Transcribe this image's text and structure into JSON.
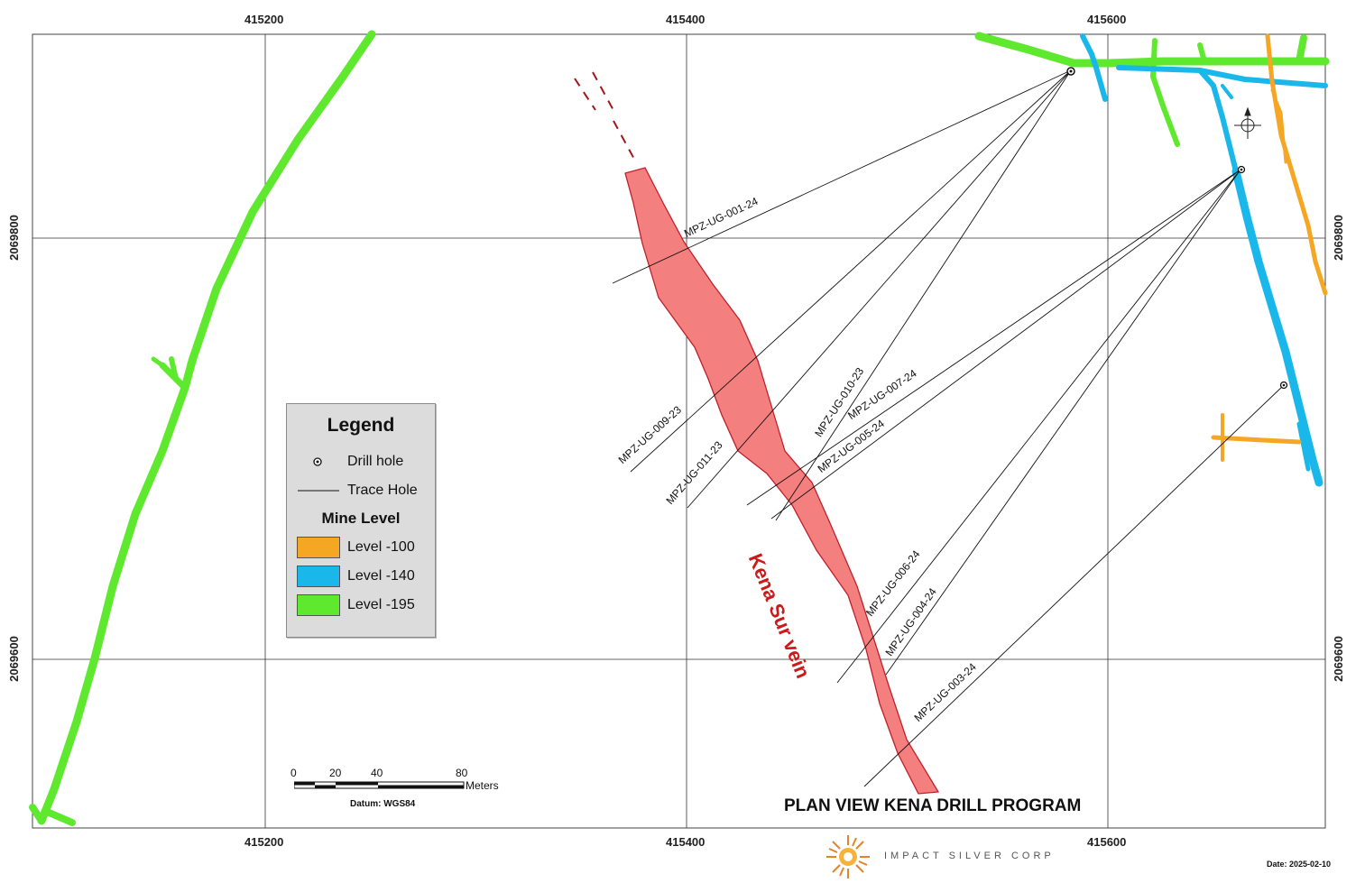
{
  "map": {
    "grid": {
      "easting_labels": [
        "415200",
        "415400",
        "415600"
      ],
      "northing_labels": [
        "2069800",
        "2069600"
      ]
    },
    "title": "PLAN VIEW KENA DRILL PROGRAM",
    "vein_label": "Kena Sur vein",
    "company": "IMPACT SILVER CORP",
    "date": "Date: 2025-02-10",
    "colors": {
      "level_100": "#f5a623",
      "level_140": "#1ab7ea",
      "level_195": "#5ee82e",
      "vein_fill": "#f47f7f",
      "vein_outline": "#c0202a"
    },
    "drill_holes": [
      {
        "id": "MPZ-UG-001-24"
      },
      {
        "id": "MPZ-UG-009-23"
      },
      {
        "id": "MPZ-UG-011-23"
      },
      {
        "id": "MPZ-UG-010-23"
      },
      {
        "id": "MPZ-UG-007-24"
      },
      {
        "id": "MPZ-UG-005-24"
      },
      {
        "id": "MPZ-UG-006-24"
      },
      {
        "id": "MPZ-UG-004-24"
      },
      {
        "id": "MPZ-UG-003-24"
      }
    ]
  },
  "legend": {
    "title": "Legend",
    "drill_hole": "Drill hole",
    "trace_hole": "Trace Hole",
    "mine_level": "Mine Level",
    "levels": [
      "Level -100",
      "Level -140",
      "Level -195"
    ]
  },
  "scale_bar": {
    "ticks": [
      "0",
      "20",
      "40",
      "80"
    ],
    "unit": "Meters",
    "datum": "Datum: WGS84"
  },
  "icons": [
    "north-arrow-icon",
    "drill-hole-icon",
    "sunburst-logo-icon"
  ]
}
